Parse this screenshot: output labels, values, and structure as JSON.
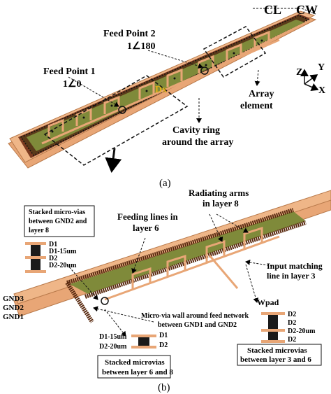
{
  "panel_a": {
    "caption": "(a)",
    "feed_point_2": {
      "title": "Feed Point 2",
      "value": "1∠180"
    },
    "feed_point_1": {
      "title": "Feed Point 1",
      "value": "1∠0"
    },
    "cl": "CL",
    "cw": "CW",
    "dx": "Dx",
    "cavity_ring": {
      "line1": "Cavity ring",
      "line2": "around the array"
    },
    "array_element": {
      "line1": "Array",
      "line2": "element"
    },
    "axes": {
      "z": "Z",
      "y": "Y",
      "x": "X"
    }
  },
  "panel_b": {
    "caption": "(b)",
    "radiating_arms": {
      "line1": "Radiating arms",
      "line2": "in layer 8"
    },
    "feeding_lines": {
      "line1": "Feeding lines in",
      "line2": "layer 6"
    },
    "stacked_gnd2": {
      "line1": "Stacked micro-vias",
      "line2": "between GND2 and",
      "line3": "layer 8"
    },
    "via_left": {
      "d1": "D1",
      "d1_15": "D1-15um",
      "d2": "D2",
      "d2_20": "D2-20um"
    },
    "input_matching": {
      "line1": "Input matching",
      "line2": "line in layer 3"
    },
    "wpad": "Wpad",
    "via_right": {
      "d2a": "D2",
      "d2b": "D2",
      "d2_20": "D2-20um",
      "d2c": "D2"
    },
    "gnd": {
      "gnd3": "GND3",
      "gnd2": "GND2",
      "gnd1": "GND1"
    },
    "micro_via_wall": {
      "line1": "Micro-via wall around feed network",
      "line2": "between GND1 and GND2"
    },
    "via_bottom": {
      "d1": "D1-15um",
      "d1b": "D1",
      "d2_20": "D2-20um",
      "d2": "D2"
    },
    "stacked_6_8": {
      "line1": "Stacked microvias",
      "line2": "between layer 6 and 8"
    },
    "stacked_3_6": {
      "line1": "Stacked microvias",
      "line2": "between layer 3 and 6"
    }
  },
  "colors": {
    "copper": "#e8a676",
    "copper_edge": "#c47f4e",
    "board": "#8a8a3a",
    "via": "#1a1a1a",
    "dx_label": "#e0b21a"
  }
}
